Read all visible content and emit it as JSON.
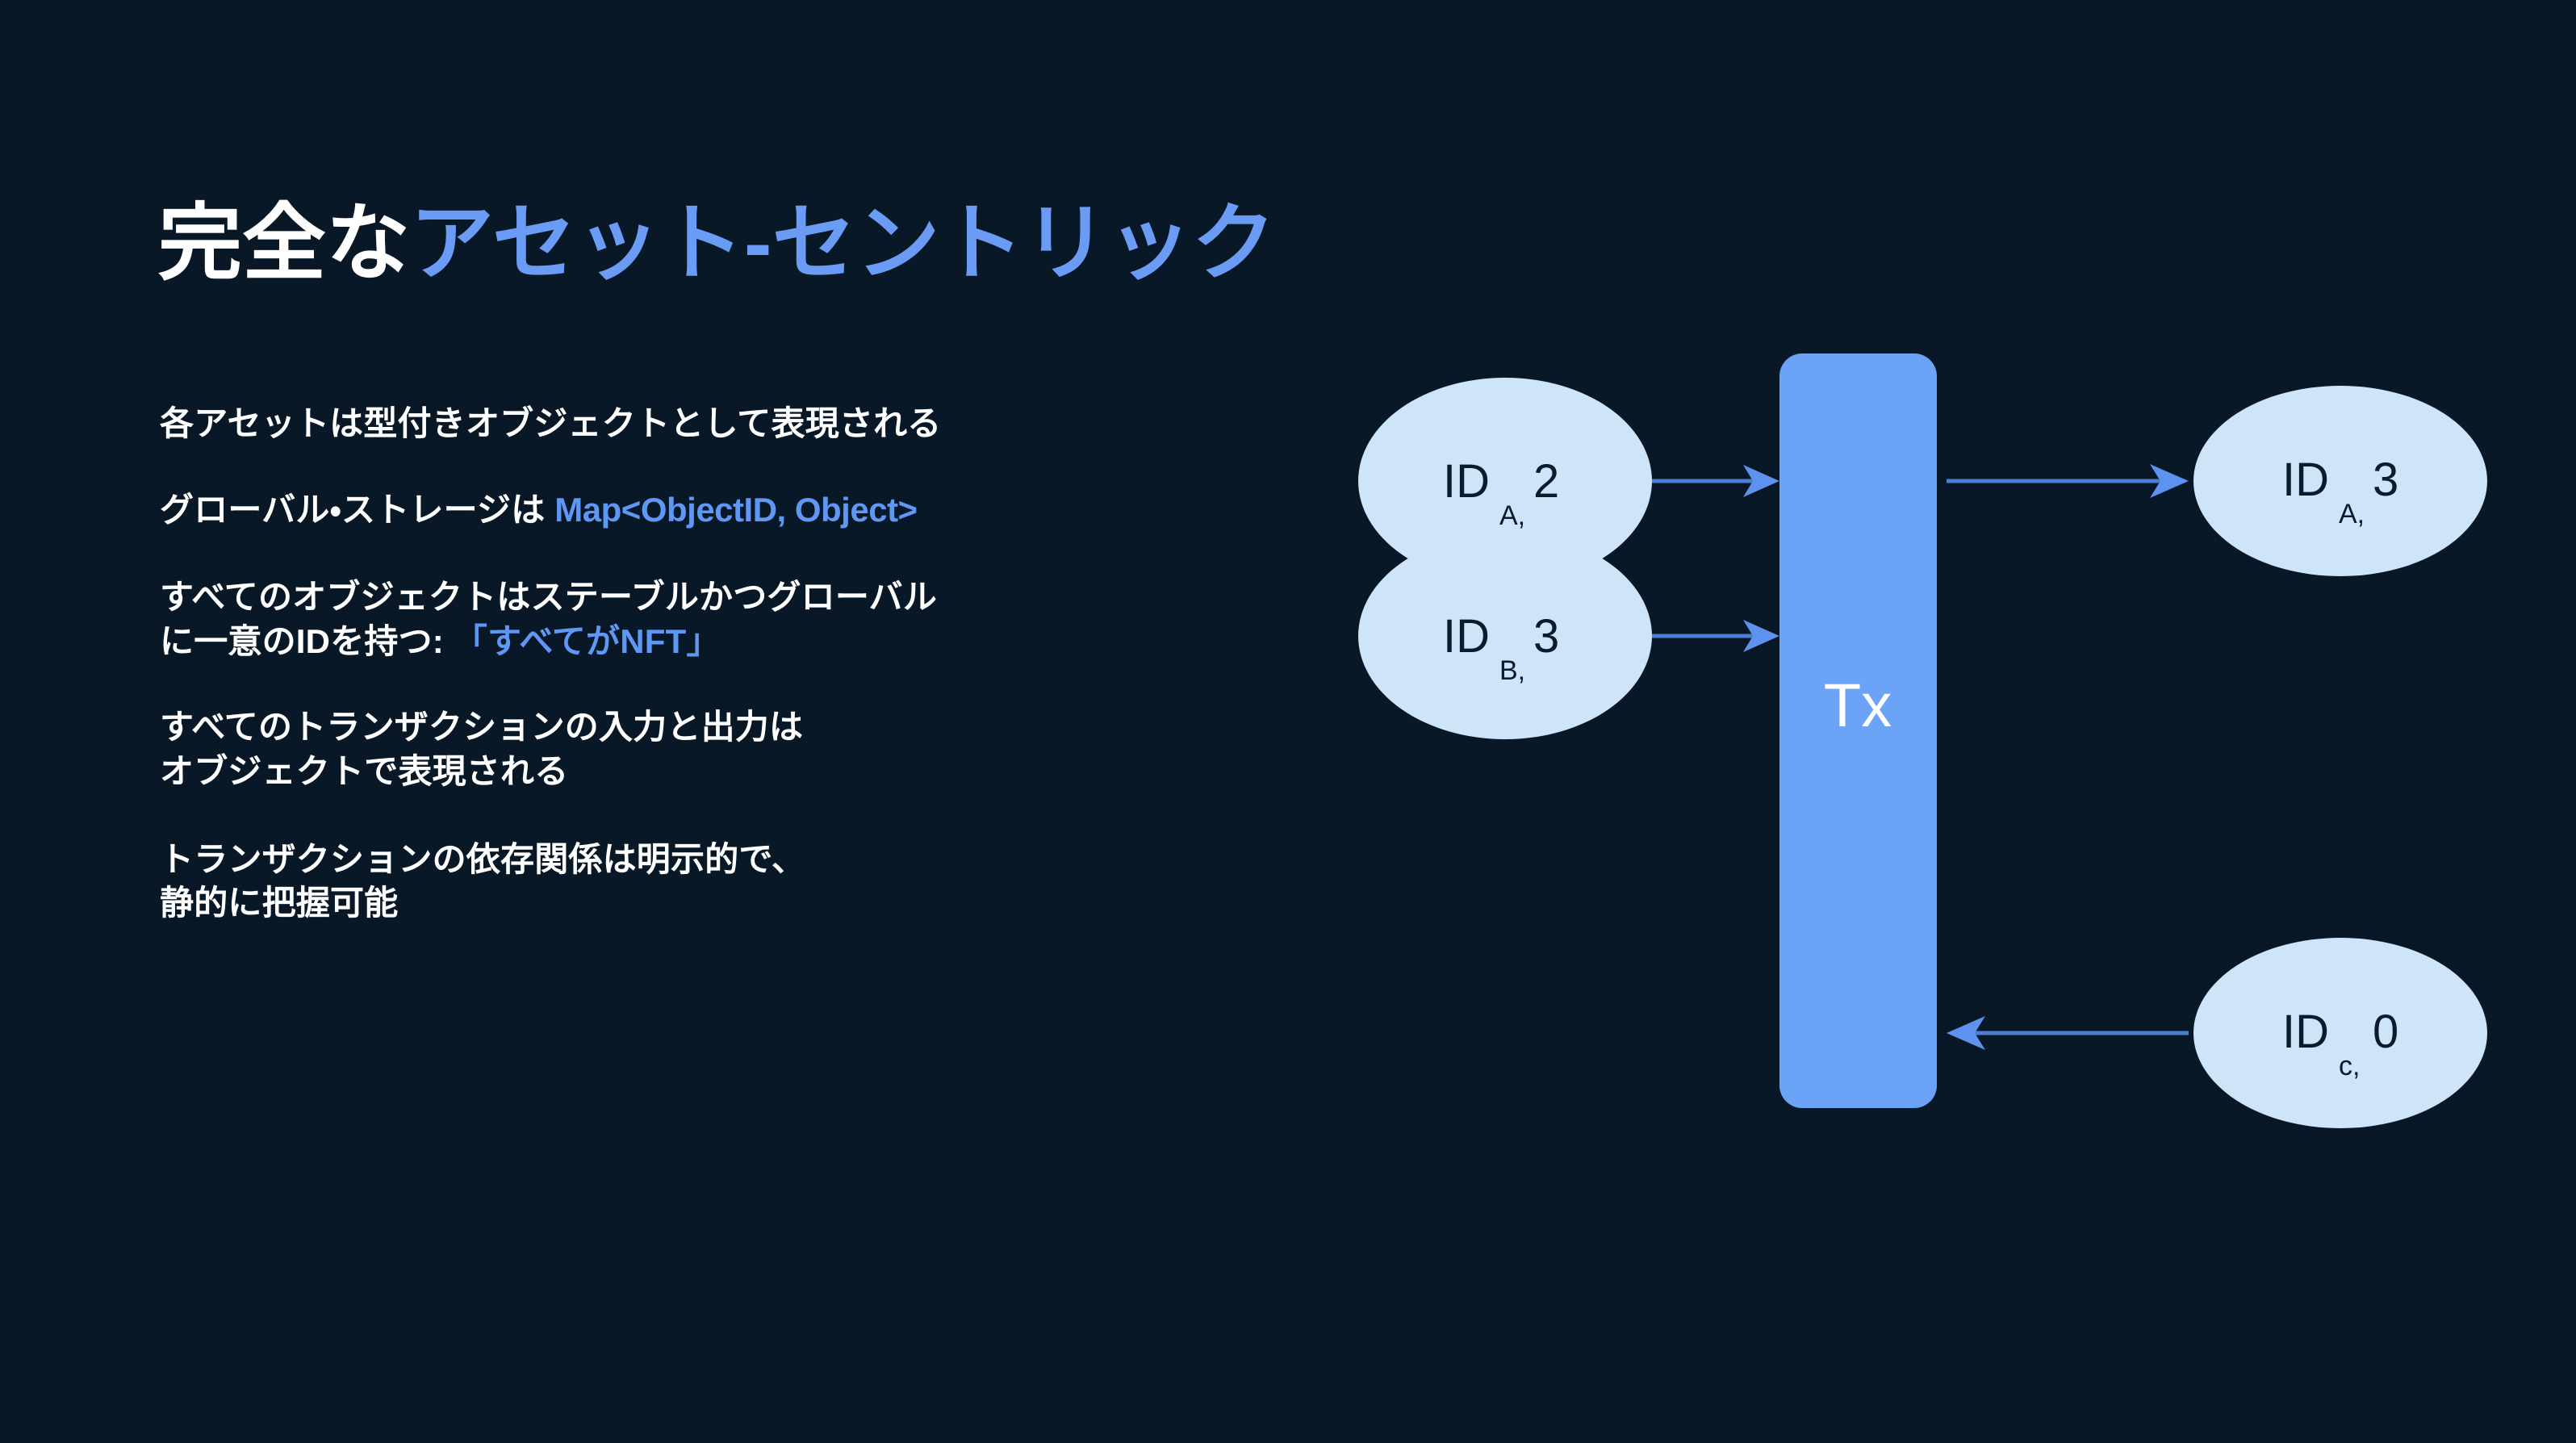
{
  "slide": {
    "background_color": "#081827",
    "accent_color": "#6b9cf5",
    "text_color": "#ffffff"
  },
  "title": {
    "part_white": "完全な",
    "part_blue": "アセット-セントリック",
    "full": "完全なアセット-セントリック"
  },
  "bullets": [
    {
      "id": "bullet-1",
      "lines": [
        {
          "segments": [
            {
              "text": "各アセットは型付きオブジェクトとして表現される",
              "style": "white"
            }
          ]
        }
      ]
    },
    {
      "id": "bullet-2",
      "lines": [
        {
          "segments": [
            {
              "text": "グローバル・ストレージは ",
              "style": "white"
            },
            {
              "text": "Map<ObjectID, Object>",
              "style": "accent"
            }
          ]
        }
      ]
    },
    {
      "id": "bullet-3",
      "lines": [
        {
          "segments": [
            {
              "text": "すべてのオブジェクトはステーブルかつグローバル",
              "style": "white"
            }
          ]
        },
        {
          "segments": [
            {
              "text": "に一意のIDを持つ: ",
              "style": "white"
            },
            {
              "text": "「すべてがNFT」",
              "style": "accent"
            }
          ]
        }
      ]
    },
    {
      "id": "bullet-4",
      "lines": [
        {
          "segments": [
            {
              "text": "すべてのトランザクションの入力と出力は",
              "style": "white"
            }
          ]
        },
        {
          "segments": [
            {
              "text": "オブジェクトで表現される",
              "style": "white"
            }
          ]
        }
      ]
    },
    {
      "id": "bullet-5",
      "lines": [
        {
          "segments": [
            {
              "text": "トランザクションの依存関係は明示的で、",
              "style": "white"
            }
          ]
        },
        {
          "segments": [
            {
              "text": "静的に把握可能",
              "style": "white"
            }
          ]
        }
      ]
    }
  ],
  "diagram": {
    "type": "transaction-flow",
    "node_fill": "#cde4f9",
    "node_text_color": "#0b1b2b",
    "tx_fill": "#6ba3f7",
    "edge_color": "#4a7fd4",
    "tx": {
      "label": "Tx"
    },
    "inputs": [
      {
        "id": "node-id-a-2",
        "base": "ID",
        "subscript": "A,",
        "version": "2"
      },
      {
        "id": "node-id-b-3",
        "base": "ID",
        "subscript": "B,",
        "version": "3"
      }
    ],
    "outputs": [
      {
        "id": "node-id-a-3",
        "base": "ID",
        "subscript": "A,",
        "version": "3"
      }
    ],
    "side_inputs": [
      {
        "id": "node-id-c-0",
        "base": "ID",
        "subscript": "c,",
        "version": "0"
      }
    ],
    "edges": [
      {
        "id": "edge-a2-to-tx",
        "from": "node-id-a-2",
        "to": "tx",
        "direction": "right"
      },
      {
        "id": "edge-b3-to-tx",
        "from": "node-id-b-3",
        "to": "tx",
        "direction": "right"
      },
      {
        "id": "edge-tx-to-a3",
        "from": "tx",
        "to": "node-id-a-3",
        "direction": "right"
      },
      {
        "id": "edge-c0-to-tx",
        "from": "node-id-c-0",
        "to": "tx",
        "direction": "left"
      }
    ]
  }
}
